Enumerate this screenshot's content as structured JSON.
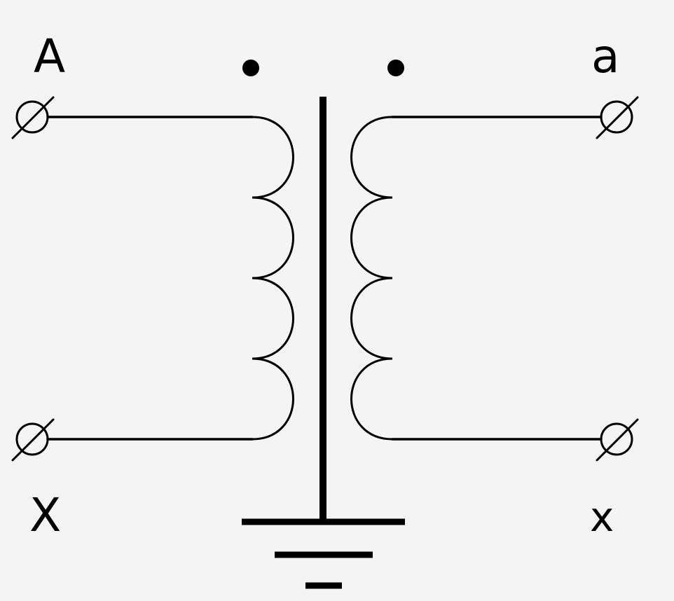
{
  "labels": {
    "primary_start": "A",
    "primary_end": "X",
    "secondary_start": "a",
    "secondary_end": "x"
  }
}
